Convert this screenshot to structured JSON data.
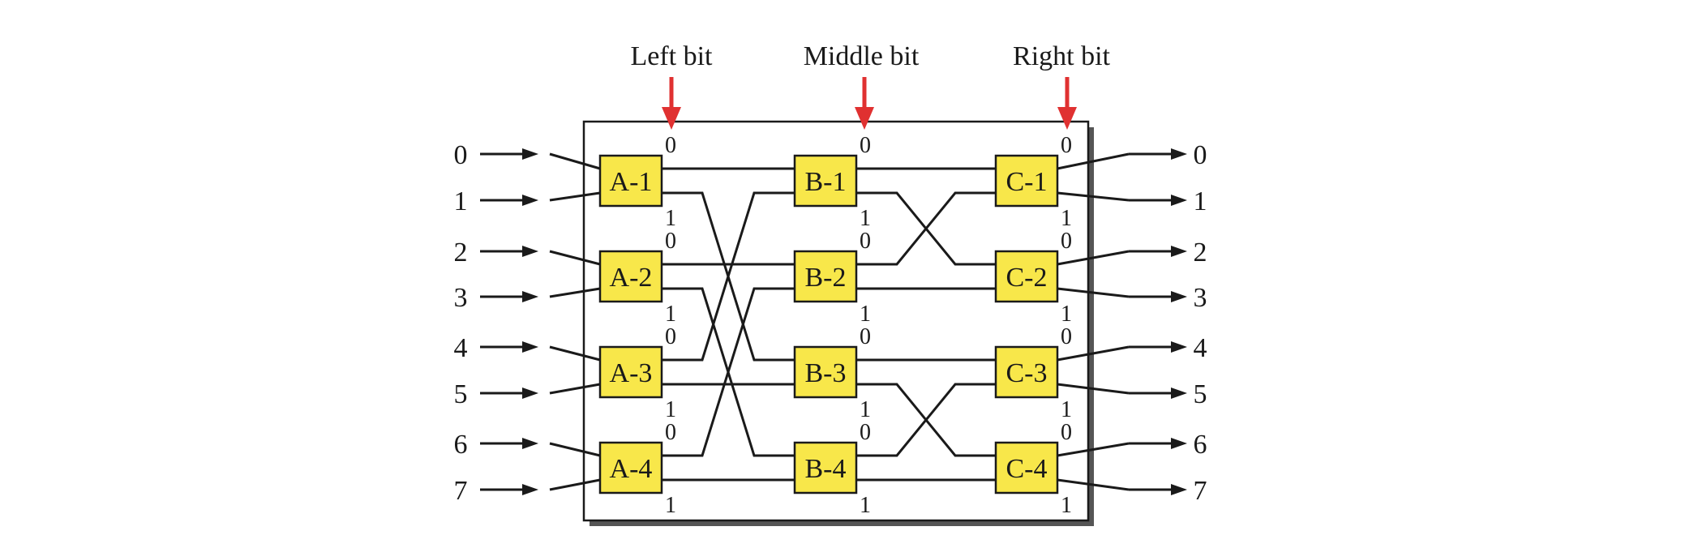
{
  "header_labels": [
    "Left bit",
    "Middle bit",
    "Right bit"
  ],
  "inputs": [
    "0",
    "1",
    "2",
    "3",
    "4",
    "5",
    "6",
    "7"
  ],
  "outputs": [
    "0",
    "1",
    "2",
    "3",
    "4",
    "5",
    "6",
    "7"
  ],
  "stages": [
    {
      "switches": [
        "A-1",
        "A-2",
        "A-3",
        "A-4"
      ]
    },
    {
      "switches": [
        "B-1",
        "B-2",
        "B-3",
        "B-4"
      ]
    },
    {
      "switches": [
        "C-1",
        "C-2",
        "C-3",
        "C-4"
      ]
    }
  ],
  "port_labels": {
    "upper": "0",
    "lower": "1"
  },
  "colors": {
    "switch_fill": "#f8e74a",
    "select_arrow": "#e03131",
    "line": "#1a1a1a"
  }
}
